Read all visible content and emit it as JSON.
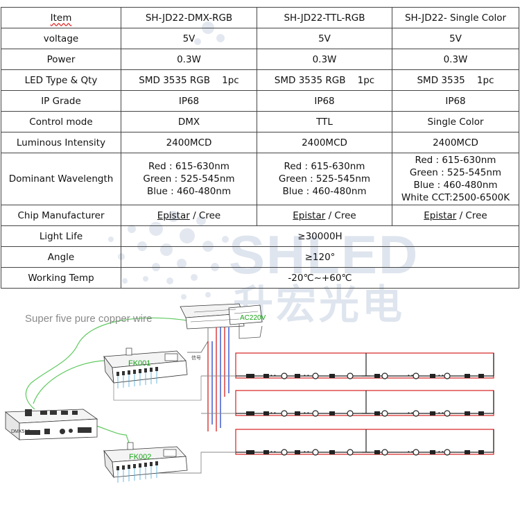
{
  "table": {
    "header": [
      "Item",
      "SH-JD22-DMX-RGB",
      "SH-JD22-TTL-RGB",
      "SH-JD22- Single Color"
    ],
    "rows": [
      {
        "label": "voltage",
        "cells": [
          "5V",
          "5V",
          "5V"
        ]
      },
      {
        "label": "Power",
        "cells": [
          "0.3W",
          "0.3W",
          "0.3W"
        ]
      },
      {
        "label": "LED Type & Qty",
        "cells": [
          "SMD 3535 RGB    1pc",
          "SMD 3535 RGB    1pc",
          "SMD 3535    1pc"
        ]
      },
      {
        "label": "IP Grade",
        "cells": [
          "IP68",
          "IP68",
          "IP68"
        ]
      },
      {
        "label": "Control mode",
        "cells": [
          "DMX",
          "TTL",
          "Single Color"
        ]
      },
      {
        "label": "Luminous Intensity",
        "cells": [
          "2400MCD",
          "2400MCD",
          "2400MCD"
        ]
      }
    ],
    "wavelength": {
      "label": "Dominant Wavelength",
      "col1": [
        "Red : 615-630nm",
        "Green : 525-545nm",
        "Blue : 460-480nm"
      ],
      "col2": [
        "Red : 615-630nm",
        "Green : 525-545nm",
        "Blue : 460-480nm"
      ],
      "col3": [
        "Red : 615-630nm",
        "Green : 525-545nm",
        "Blue : 460-480nm",
        "White CCT:2500-6500K"
      ]
    },
    "chip": {
      "label": "Chip Manufacturer",
      "brand1": "Epistar",
      "sep": " / ",
      "brand2": "Cree"
    },
    "merged_rows": [
      {
        "label": "Light Life",
        "value": "≥30000H"
      },
      {
        "label": "Angle",
        "value": "≥120°"
      },
      {
        "label": "Working Temp",
        "value": "-20℃~+60℃"
      }
    ]
  },
  "watermark": {
    "brand": "SHLED",
    "cn": "升宏光电"
  },
  "diagram": {
    "caption": "Super five pure copper wire",
    "power_label": "AC220V",
    "controller1_label": "FK001",
    "controller2_label": "FK002",
    "small_label": "信号",
    "console_label": "DMX512",
    "colors": {
      "green_wire": "#5ec85e",
      "red_wire": "#d62020",
      "blue_wire": "#2440c8",
      "cable": "#7a7a7a"
    }
  }
}
